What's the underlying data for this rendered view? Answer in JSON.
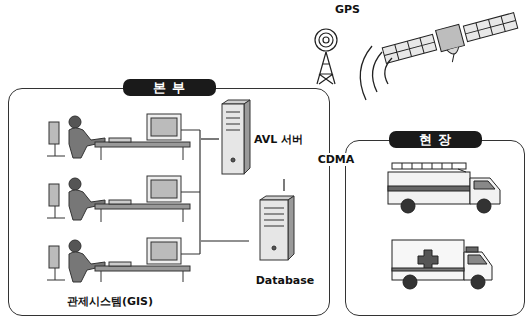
{
  "diagram": {
    "nodes": [
      {
        "text": [
          "본부"
        ]
      },
      {
        "text": [
          "관제시스템(GIS)"
        ],
        "in": 0
      },
      {
        "text": [
          "AVL 서버"
        ],
        "in": 0
      },
      {
        "text": [
          "Database"
        ],
        "in": 0
      },
      {
        "text": [
          "현장"
        ]
      }
    ],
    "edges": [
      {
        "from": 1,
        "to": 2,
        "arrow": "none"
      },
      {
        "from": 1,
        "to": 3,
        "arrow": "none"
      },
      {
        "from": 2,
        "to": 3,
        "arrow": "none"
      },
      {
        "from": 2,
        "to": 4,
        "label": "CDMA",
        "arrow": "none"
      }
    ],
    "labels": [
      "GPS"
    ]
  }
}
